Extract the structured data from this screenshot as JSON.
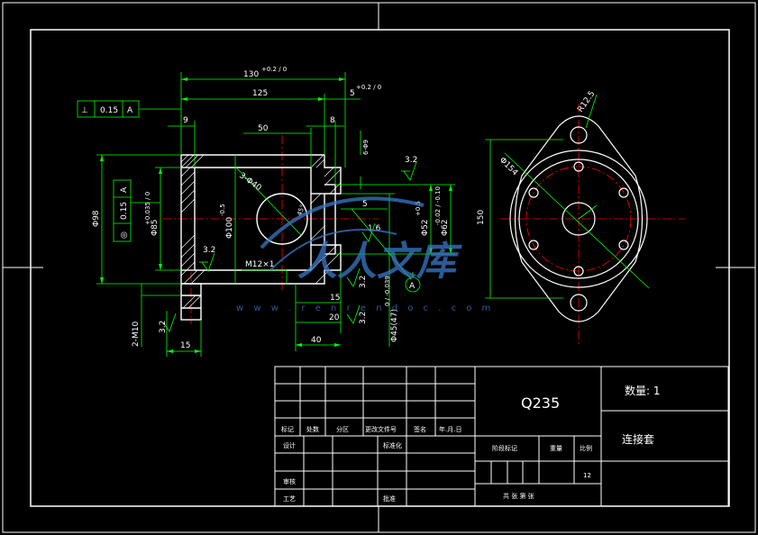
{
  "dimensions": {
    "total_length": "130",
    "total_length_tol": "+0.2 / 0",
    "length_125": "125",
    "flange_5": "5",
    "flange_5_tol": "+0.2 / 0",
    "wall_9": "9",
    "step_50": "50",
    "step_8": "8",
    "holes_6phi9": "6-Φ9",
    "holes_3phi40": "3-Φ40",
    "dia_98": "Φ98",
    "dia_85": "Φ85",
    "dia_85_tol": "+0.035 / 0",
    "dia_100": "Φ100",
    "dia_100_tol": "-0.5",
    "dia_52": "Φ52",
    "dia_52_tol": "+0.5",
    "dia_62": "Φ62",
    "dia_62_tol": "-0.02 / -0.10",
    "dia_45": "Φ45(47)",
    "dia_45_tol": "0 / -0.039",
    "thread": "M12×1",
    "two_m10": "2-M10",
    "len_15a": "15",
    "len_15b": "15",
    "len_20": "20",
    "len_40": "40",
    "len_5b": "5",
    "len_150": "150",
    "dia_154": "Φ154",
    "r_12_5": "R12.5",
    "r_45": "45°"
  },
  "roughness": [
    "3.2",
    "3.2",
    "3.2",
    "3.2",
    "1.6",
    "3.2"
  ],
  "tolerance_frames": {
    "perp": {
      "symbol": "⊥",
      "value": "0.15",
      "datum": "A"
    },
    "circ": {
      "symbol": "◎",
      "value": "0.15",
      "datum": "A"
    },
    "datum_label": "A"
  },
  "title_block": {
    "material": "Q235",
    "quantity": "数量: 1",
    "part_name": "连接套",
    "scale": "12",
    "headers_row": [
      "标记",
      "处数",
      "分区",
      "更改文件号",
      "签名",
      "年.月.日"
    ],
    "designer": "设计",
    "standard": "标准化",
    "review": "审核",
    "process": "工艺",
    "approve": "批准",
    "stage_mark": "阶段标记",
    "weight": "重量",
    "ratio": "比例",
    "sheets": "共  张  第  张"
  },
  "watermark": {
    "logo": "人人文库",
    "url": "w w w . r e n r e n d o c . c o m"
  },
  "colors": {
    "background": "#000000",
    "geometry": "#ffffff",
    "dimension": "#00ff00",
    "centerline": "#ff0000",
    "watermark": "#3a78c8"
  }
}
